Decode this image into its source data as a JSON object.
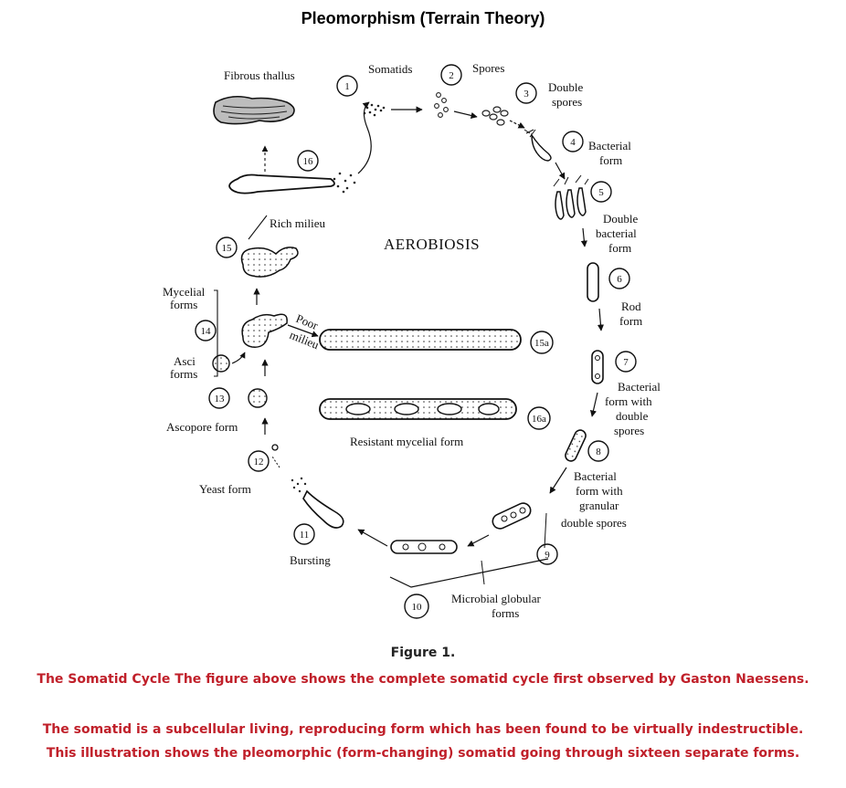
{
  "title": "Pleomorphism (Terrain Theory)",
  "diagram": {
    "center_label": "AEROBIOSIS",
    "stages": [
      {
        "num": "1",
        "label": "Somatids"
      },
      {
        "num": "2",
        "label": "Spores"
      },
      {
        "num": "3",
        "label": "Double spores"
      },
      {
        "num": "4",
        "label": "Bacterial form"
      },
      {
        "num": "5",
        "label": "Double bacterial form"
      },
      {
        "num": "6",
        "label": "Rod form"
      },
      {
        "num": "7",
        "label": "Bacterial form with double spores"
      },
      {
        "num": "8",
        "label": "Bacterial form with granular double spores"
      },
      {
        "num": "9",
        "label": ""
      },
      {
        "num": "10",
        "label": ""
      },
      {
        "num": "11",
        "label": "Bursting"
      },
      {
        "num": "12",
        "label": "Yeast form"
      },
      {
        "num": "13",
        "label": "Ascopore form"
      },
      {
        "num": "14",
        "label": "Asci forms"
      },
      {
        "num": "15",
        "label": ""
      },
      {
        "num": "16",
        "label": ""
      },
      {
        "num": "15a",
        "label": ""
      },
      {
        "num": "16a",
        "label": "Resistant mycelial form"
      }
    ],
    "labels": {
      "fibrous_thallus": "Fibrous thallus",
      "rich_milieu": "Rich milieu",
      "mycelial_forms": "Mycelial forms",
      "poor_milieu": "Poor milieu",
      "microbial_globular": "Microbial globular forms"
    }
  },
  "figure_label": "Figure 1.",
  "caption": {
    "line1": "The Somatid Cycle The figure above shows the complete somatid cycle first observed by Gaston Naessens.",
    "line2": "The somatid is a subcellular living, reproducing form which has been found to be virtually indestructible.",
    "line3": "This illustration shows the pleomorphic (form-changing) somatid going through sixteen separate forms."
  }
}
